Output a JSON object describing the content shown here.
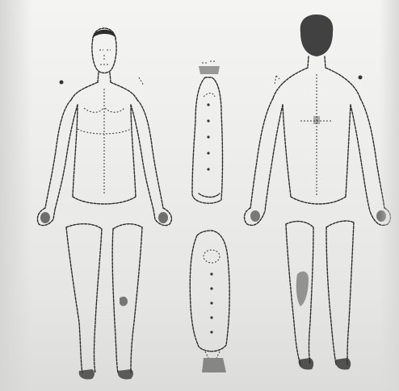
{
  "figure": {
    "views": [
      "front-view",
      "side-view-upper",
      "side-view-lower",
      "back-view"
    ]
  }
}
